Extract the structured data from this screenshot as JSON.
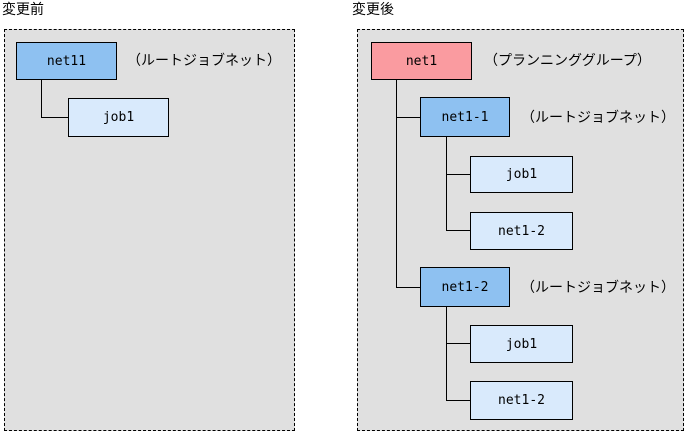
{
  "colors": {
    "page_bg": "#ffffff",
    "panel_bg": "#e0e0e0",
    "box_border": "#000000",
    "root_jobnet_fill": "#8ec1f1",
    "planning_group_fill": "#fa9ba0",
    "child_fill": "#d9eafc",
    "line": "#000000"
  },
  "before": {
    "title": "変更前",
    "root": {
      "label": "net11",
      "annotation": "（ルートジョブネット）"
    },
    "children": [
      {
        "label": "job1"
      }
    ]
  },
  "after": {
    "title": "変更後",
    "planning_group": {
      "label": "net1",
      "annotation": "（プランニンググループ）"
    },
    "jobnets": [
      {
        "label": "net1-1",
        "annotation": "（ルートジョブネット）",
        "children": [
          {
            "label": "job1"
          },
          {
            "label": "net1-2"
          }
        ]
      },
      {
        "label": "net1-2",
        "annotation": "（ルートジョブネット）",
        "children": [
          {
            "label": "job1"
          },
          {
            "label": "net1-2"
          }
        ]
      }
    ]
  }
}
